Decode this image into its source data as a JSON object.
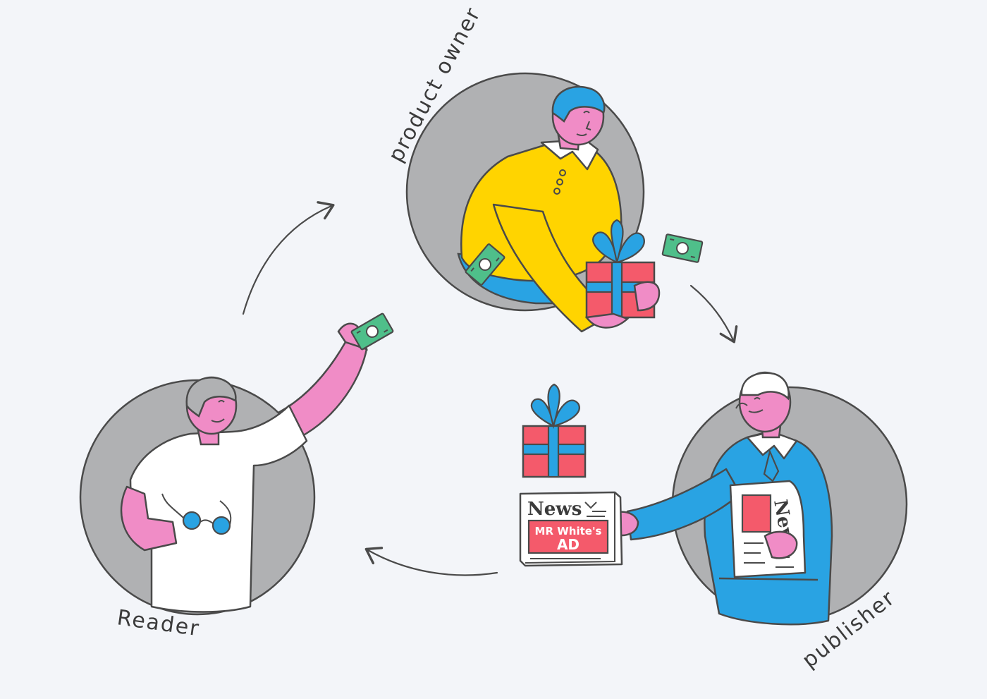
{
  "roles": {
    "product_owner": "product owner",
    "publisher": "publisher",
    "reader": "Reader"
  },
  "newspaper": {
    "masthead": "News",
    "ad_line1": "MR White's",
    "ad_line2": "AD",
    "side_masthead": "News"
  },
  "colors": {
    "background": "#f3f5f9",
    "circle": "#b0b1b3",
    "stroke": "#4a4a4a",
    "skin": "#f08cc6",
    "yellow": "#ffd400",
    "blue": "#29a3e3",
    "red": "#f45a6b",
    "money": "#4fbf8a",
    "white": "#ffffff"
  },
  "icons": [
    "arrow-icon",
    "money-icon",
    "gift-icon",
    "newspaper-icon",
    "glasses-icon"
  ]
}
